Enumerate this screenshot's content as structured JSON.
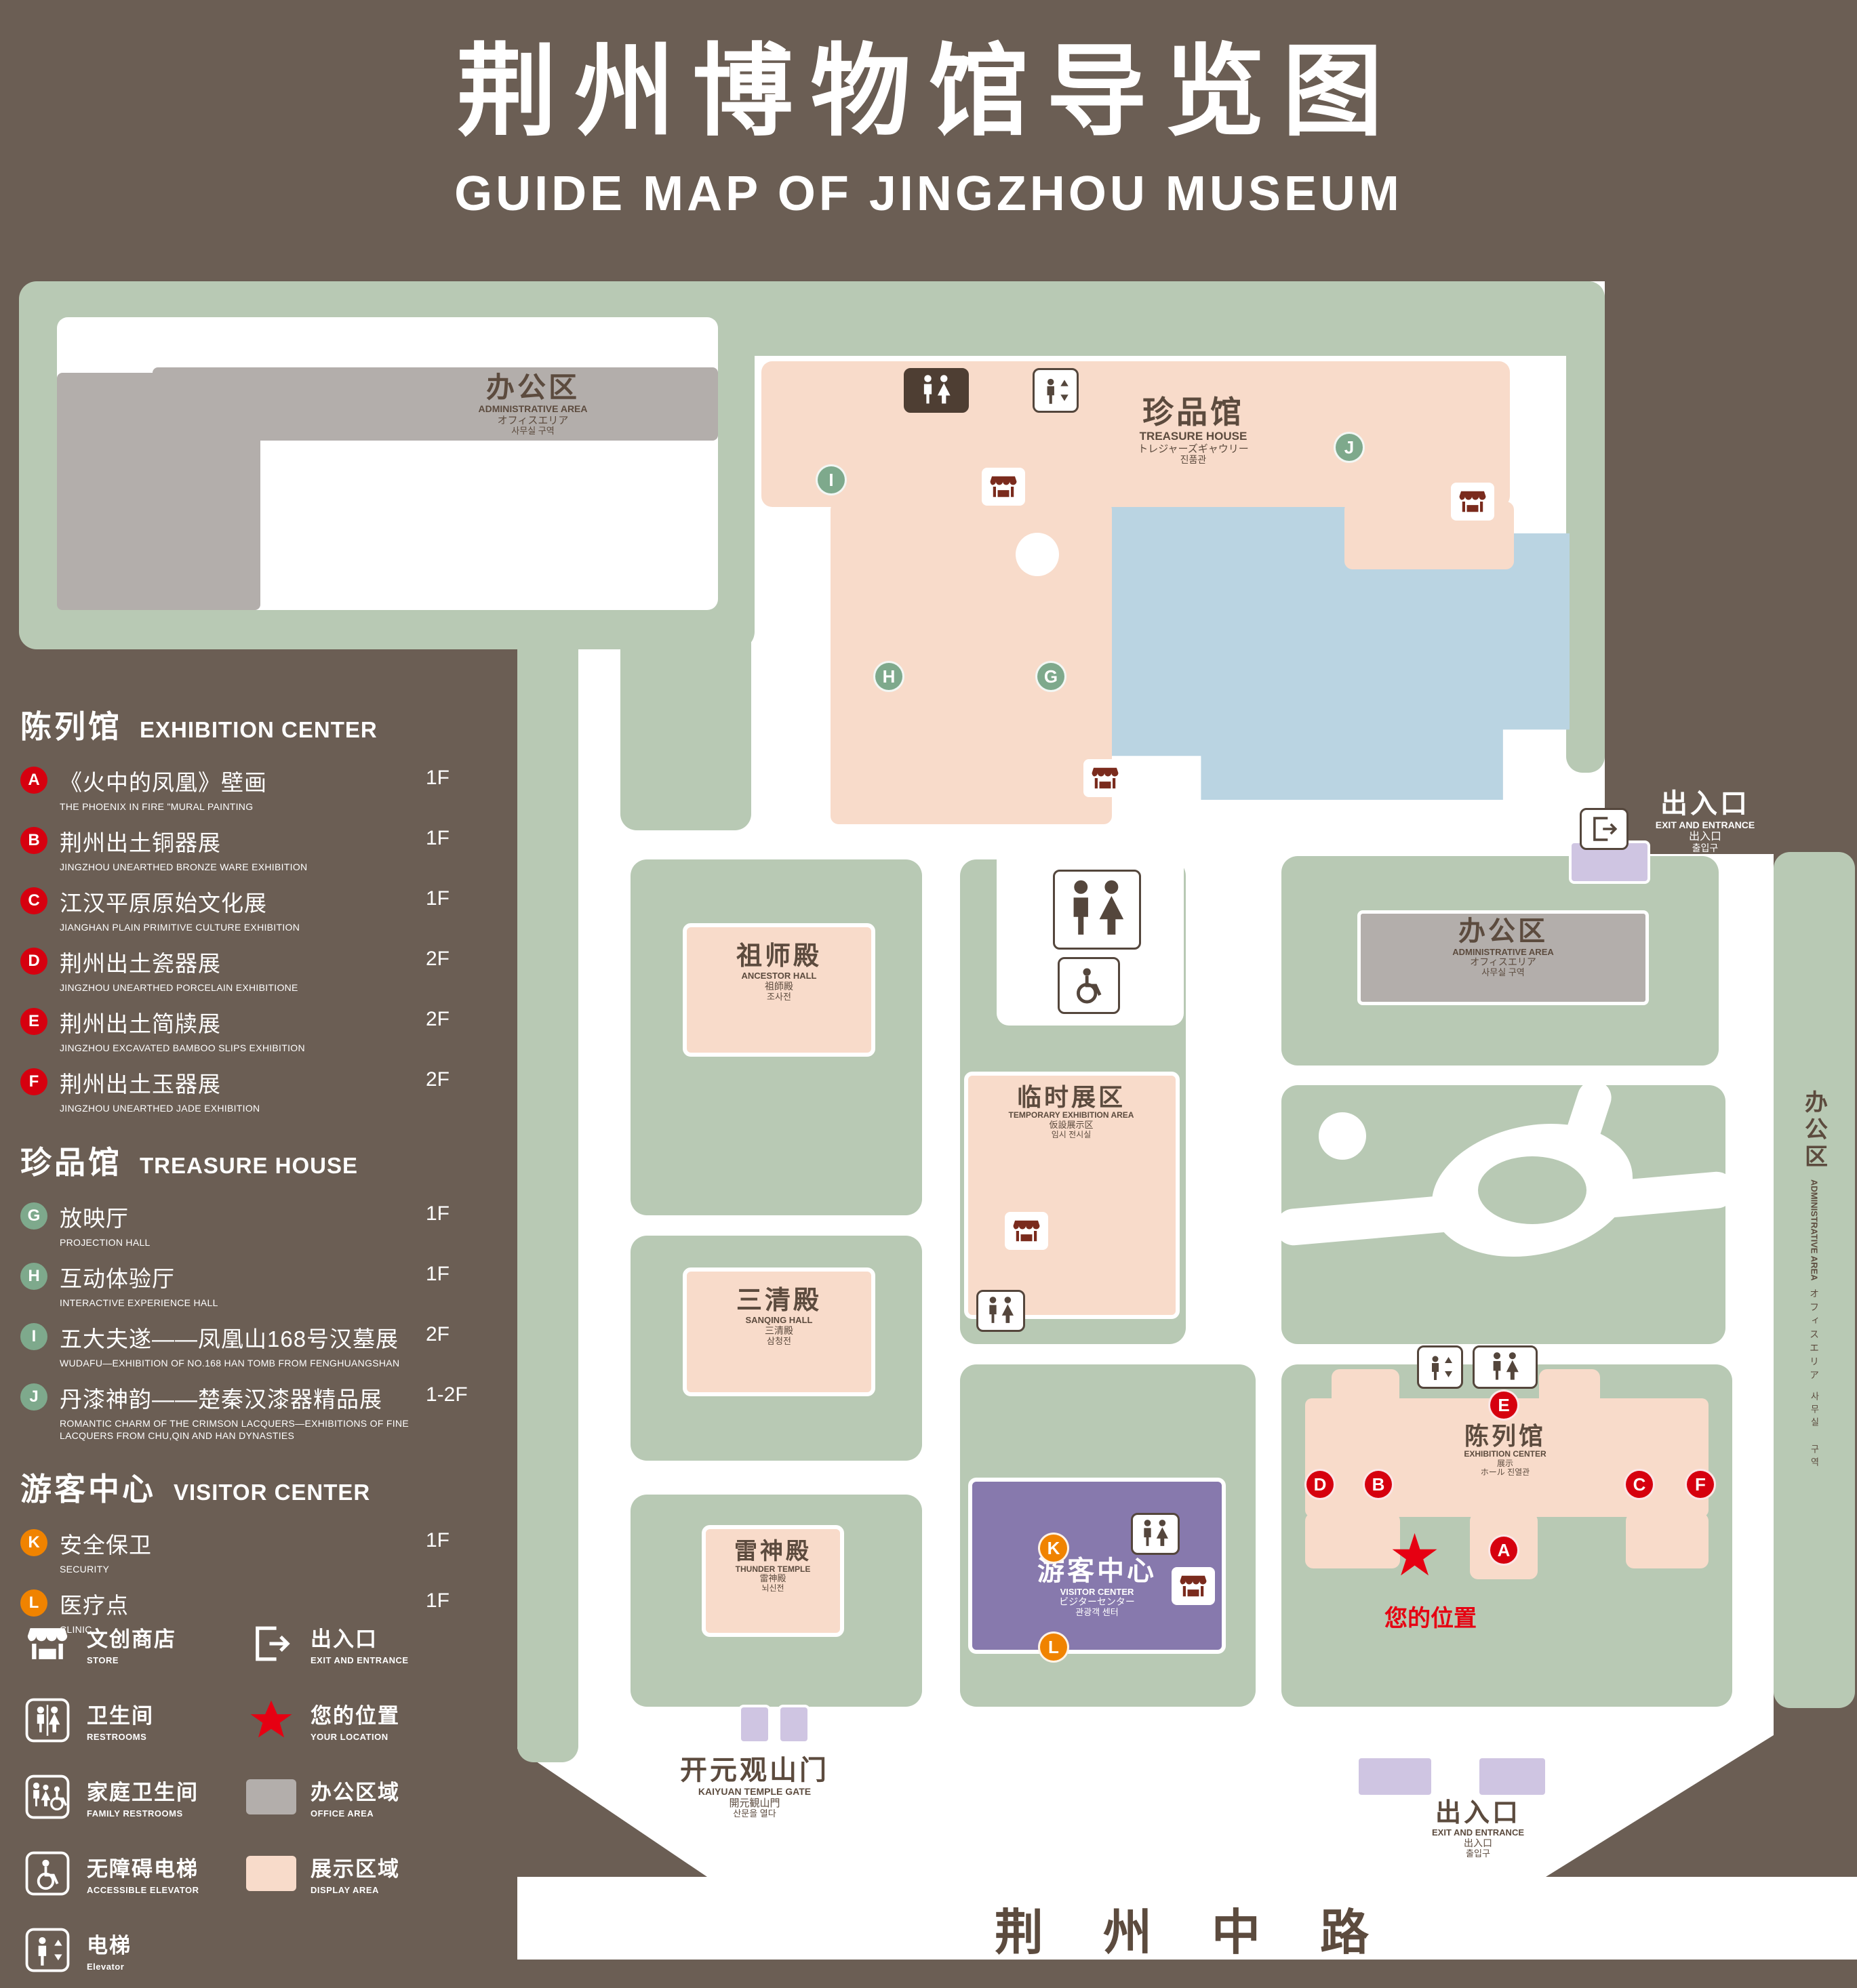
{
  "header": {
    "title_zh": "荆州博物馆导览图",
    "title_en": "GUIDE MAP OF JINGZHOU MUSEUM"
  },
  "sidebar": {
    "sections": [
      {
        "zh": "陈列馆",
        "en": "EXHIBITION CENTER",
        "items": [
          {
            "m": "A",
            "zh": "《火中的凤凰》壁画",
            "en": "THE PHOENIX IN FIRE \"MURAL PAINTING",
            "floor": "1F"
          },
          {
            "m": "B",
            "zh": "荆州出土铜器展",
            "en": "JINGZHOU UNEARTHED BRONZE WARE EXHIBITION",
            "floor": "1F"
          },
          {
            "m": "C",
            "zh": "江汉平原原始文化展",
            "en": "JIANGHAN PLAIN PRIMITIVE CULTURE EXHIBITION",
            "floor": "1F"
          },
          {
            "m": "D",
            "zh": "荆州出土瓷器展",
            "en": "JINGZHOU UNEARTHED PORCELAIN EXHIBITIONE",
            "floor": "2F"
          },
          {
            "m": "E",
            "zh": "荆州出土简牍展",
            "en": "JINGZHOU EXCAVATED BAMBOO SLIPS EXHIBITION",
            "floor": "2F"
          },
          {
            "m": "F",
            "zh": "荆州出土玉器展",
            "en": "JINGZHOU UNEARTHED JADE EXHIBITION",
            "floor": "2F"
          }
        ]
      },
      {
        "zh": "珍品馆",
        "en": "TREASURE HOUSE",
        "items": [
          {
            "m": "G",
            "zh": "放映厅",
            "en": "PROJECTION HALL",
            "floor": "1F"
          },
          {
            "m": "H",
            "zh": "互动体验厅",
            "en": "INTERACTIVE EXPERIENCE HALL",
            "floor": "1F"
          },
          {
            "m": "I",
            "zh": "五大夫遂——凤凰山168号汉墓展",
            "en": "WUDAFU—EXHIBITION OF NO.168 HAN TOMB FROM FENGHUANGSHAN",
            "floor": "2F"
          },
          {
            "m": "J",
            "zh": "丹漆神韵——楚秦汉漆器精品展",
            "en": "ROMANTIC CHARM OF THE CRIMSON LACQUERS—EXHIBITIONS OF FINE LACQUERS FROM CHU,QIN AND HAN DYNASTIES",
            "floor": "1-2F"
          }
        ]
      },
      {
        "zh": "游客中心",
        "en": "VISITOR CENTER",
        "items": [
          {
            "m": "K",
            "zh": "安全保卫",
            "en": "SECURITY",
            "floor": "1F"
          },
          {
            "m": "L",
            "zh": "医疗点",
            "en": "CLINIC",
            "floor": "1F"
          }
        ]
      }
    ]
  },
  "legend": {
    "store_zh": "文创商店",
    "store_en": "STORE",
    "exit_zh": "出入口",
    "exit_en": "EXIT AND ENTRANCE",
    "restroom_zh": "卫生间",
    "restroom_en": "RESTROOMS",
    "location_zh": "您的位置",
    "location_en": "YOUR LOCATION",
    "family_zh": "家庭卫生间",
    "family_en": "FAMILY RESTROOMS",
    "office_zh": "办公区域",
    "office_en": "OFFICE AREA",
    "accessible_zh": "无障碍电梯",
    "accessible_en": "ACCESSIBLE ELEVATOR",
    "display_zh": "展示区域",
    "display_en": "DISPLAY AREA",
    "elevator_zh": "电梯",
    "elevator_en": "Elevator"
  },
  "map": {
    "admin_nw": {
      "zh": "办公区",
      "en": "ADMINISTRATIVE AREA",
      "ja": "オフィスエリア",
      "ko": "사무실 구역"
    },
    "treasure": {
      "zh": "珍品馆",
      "en": "TREASURE HOUSE",
      "ja": "トレジャーズギャウリー",
      "ko": "진품관"
    },
    "exit_east": {
      "zh": "出入口",
      "en": "EXIT AND ENTRANCE",
      "ja": "出入口",
      "ko": "출입구"
    },
    "ancestor": {
      "zh": "祖师殿",
      "en": "ANCESTOR HALL",
      "ja": "祖師殿",
      "ko": "조사전"
    },
    "admin_mid": {
      "zh": "办公区",
      "en": "ADMINISTRATIVE AREA",
      "ja": "オフィスエリア",
      "ko": "사무실 구역"
    },
    "temporary": {
      "zh": "临时展区",
      "en": "TEMPORARY EXHIBITION AREA",
      "ja": "仮設展示区",
      "ko": "임시 전시실"
    },
    "sanqing": {
      "zh": "三清殿",
      "en": "SANQING HALL",
      "ja": "三清殿",
      "ko": "삼청전"
    },
    "exhibition": {
      "zh": "陈列馆",
      "en": "EXHIBITION CENTER",
      "ja": "展示",
      "ko": "ホール 진열관"
    },
    "thunder": {
      "zh": "雷神殿",
      "en": "THUNDER TEMPLE",
      "ja": "雷神殿",
      "ko": "뇌신전"
    },
    "visitor": {
      "zh": "游客中心",
      "en": "VISITOR CENTER",
      "ja": "ビジターセンター",
      "ko": "관광객 센터"
    },
    "admin_e": {
      "zh": "办公区",
      "en": "ADMINISTRATIVE AREA",
      "ja": "オフィスエリア",
      "ko": "사무실 구역"
    },
    "gate": {
      "zh": "开元观山门",
      "en": "KAIYUAN TEMPLE GATE",
      "ja": "開元観山門",
      "ko": "산문을 열다"
    },
    "exit_south": {
      "zh": "出入口",
      "en": "EXIT AND ENTRANCE",
      "ja": "出入口",
      "ko": "출입구"
    },
    "your_location": "您的位置",
    "road": "荆 州 中 路",
    "markers": {
      "A": "A",
      "B": "B",
      "C": "C",
      "D": "D",
      "E": "E",
      "F": "F",
      "G": "G",
      "H": "H",
      "I": "I",
      "J": "J",
      "K": "K",
      "L": "L"
    }
  }
}
